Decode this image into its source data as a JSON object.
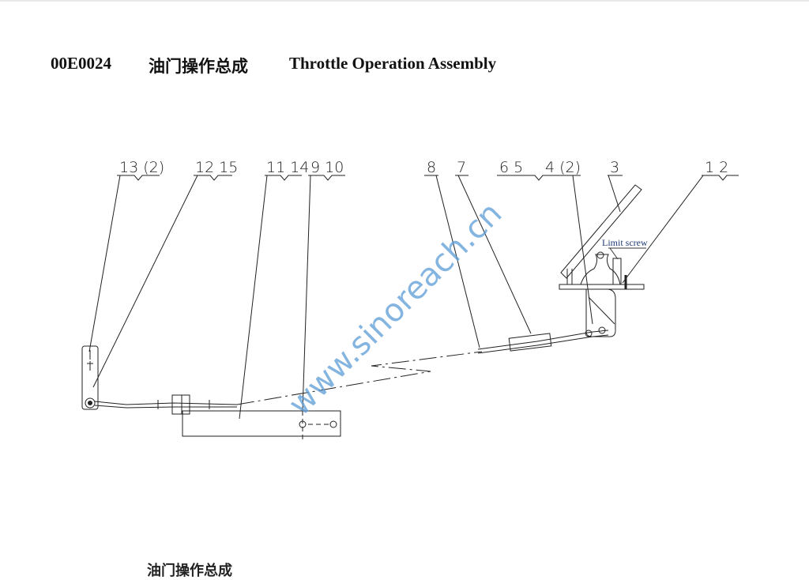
{
  "title": {
    "code": "00E0024",
    "chinese": "油门操作总成",
    "english": "Throttle Operation Assembly"
  },
  "callouts": [
    "13 (2)",
    "12 15",
    "11 14",
    "9 10",
    "8",
    "7",
    "6 5",
    "4 (2)",
    "3",
    "1 2"
  ],
  "annotation": "Limit screw",
  "watermark": "www.sinoreach.cn",
  "footer_partial": "油门操作总成",
  "colors": {
    "line": "#222222",
    "watermark": "#5b9bd5",
    "annotation": "#1f3d7a"
  }
}
